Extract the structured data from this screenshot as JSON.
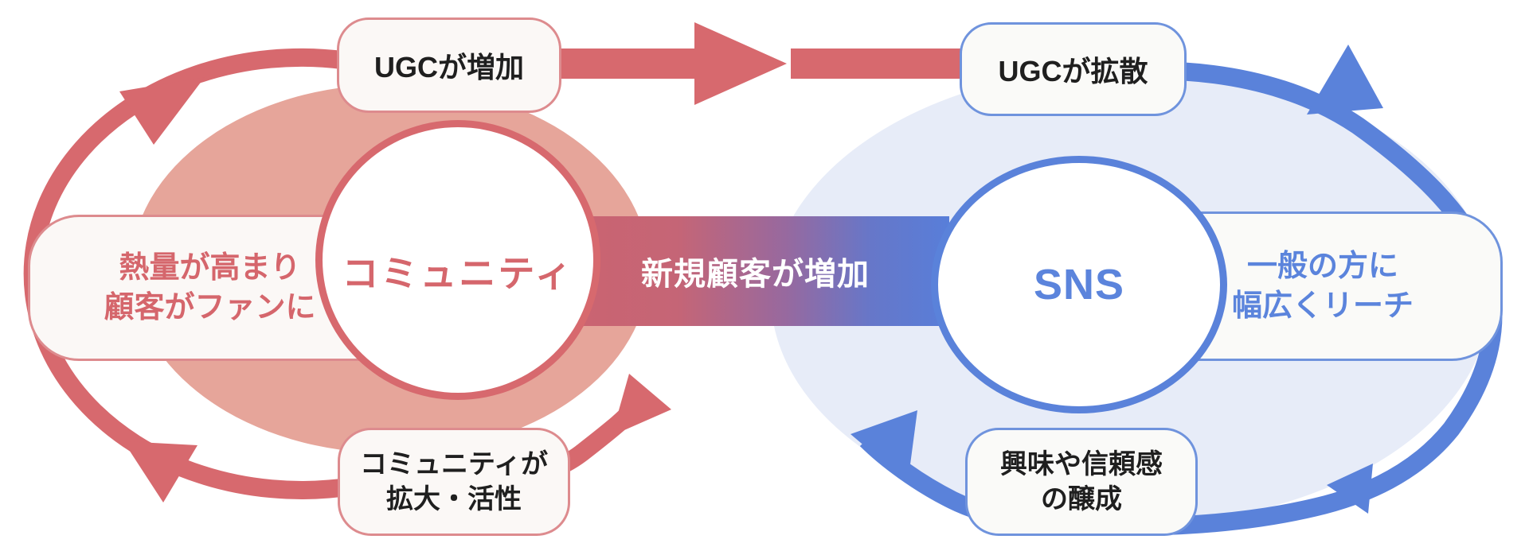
{
  "diagram": {
    "center_flow_label": "新規顧客が増加",
    "left_cycle": {
      "hub_label": "コミュニティ",
      "top_label": "UGCが増加",
      "side_label_line1": "熱量が高まり",
      "side_label_line2": "顧客がファンに",
      "bottom_label_line1": "コミュニティが",
      "bottom_label_line2": "拡大・活性"
    },
    "right_cycle": {
      "hub_label": "SNS",
      "top_label": "UGCが拡散",
      "side_label_line1": "一般の方に",
      "side_label_line2": "幅広くリーチ",
      "bottom_label_line1": "興味や信頼感",
      "bottom_label_line2": "の醸成"
    },
    "colors": {
      "red_cycle": "#d7696e",
      "red_fill": "#e6a59a",
      "red_text": "#d5666c",
      "blue_cycle": "#5a82da",
      "blue_fill": "#e7ecf8",
      "blue_text": "#5b84dc",
      "label_background": "#fbf8f6",
      "flow_text": "#ffffff",
      "dark_text": "#1f1f1f"
    }
  }
}
